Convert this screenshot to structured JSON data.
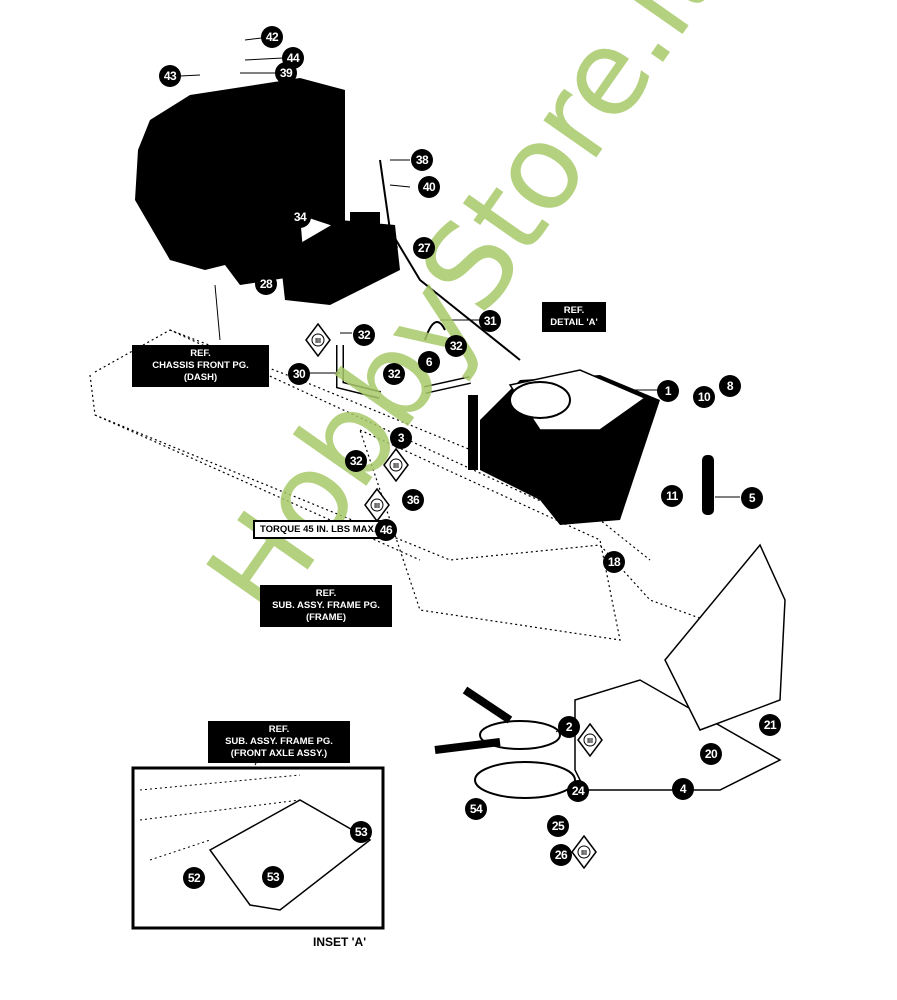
{
  "diagram": {
    "type": "exploded-parts-diagram",
    "watermark": {
      "text": "HobbyStore.it",
      "color": "#a8c96a"
    },
    "reference_labels": [
      {
        "id": "ref-chassis-front",
        "lines": [
          "REF.",
          "CHASSIS FRONT PG.",
          "(DASH)"
        ]
      },
      {
        "id": "ref-detail-a",
        "lines": [
          "REF.",
          "DETAIL 'A'"
        ]
      },
      {
        "id": "ref-sub-assy-frame",
        "lines": [
          "REF.",
          "SUB. ASSY. FRAME PG.",
          "(FRAME)"
        ]
      },
      {
        "id": "ref-front-axle",
        "lines": [
          "REF.",
          "SUB. ASSY. FRAME PG.",
          "(FRONT AXLE ASSY.)"
        ]
      }
    ],
    "torque_note": "TORQUE 45 IN. LBS MAX.",
    "inset_title": "INSET 'A'",
    "diamond_symbol": "III",
    "callouts": [
      {
        "num": "42"
      },
      {
        "num": "44"
      },
      {
        "num": "43"
      },
      {
        "num": "39"
      },
      {
        "num": "38"
      },
      {
        "num": "40"
      },
      {
        "num": "34"
      },
      {
        "num": "27"
      },
      {
        "num": "28"
      },
      {
        "num": "32"
      },
      {
        "num": "31"
      },
      {
        "num": "6"
      },
      {
        "num": "32"
      },
      {
        "num": "30"
      },
      {
        "num": "32"
      },
      {
        "num": "3"
      },
      {
        "num": "32"
      },
      {
        "num": "1"
      },
      {
        "num": "10"
      },
      {
        "num": "8"
      },
      {
        "num": "11"
      },
      {
        "num": "5"
      },
      {
        "num": "36"
      },
      {
        "num": "46"
      },
      {
        "num": "18"
      },
      {
        "num": "2"
      },
      {
        "num": "21"
      },
      {
        "num": "20"
      },
      {
        "num": "4"
      },
      {
        "num": "24"
      },
      {
        "num": "54"
      },
      {
        "num": "25"
      },
      {
        "num": "26"
      },
      {
        "num": "53"
      },
      {
        "num": "52"
      },
      {
        "num": "53"
      }
    ]
  }
}
